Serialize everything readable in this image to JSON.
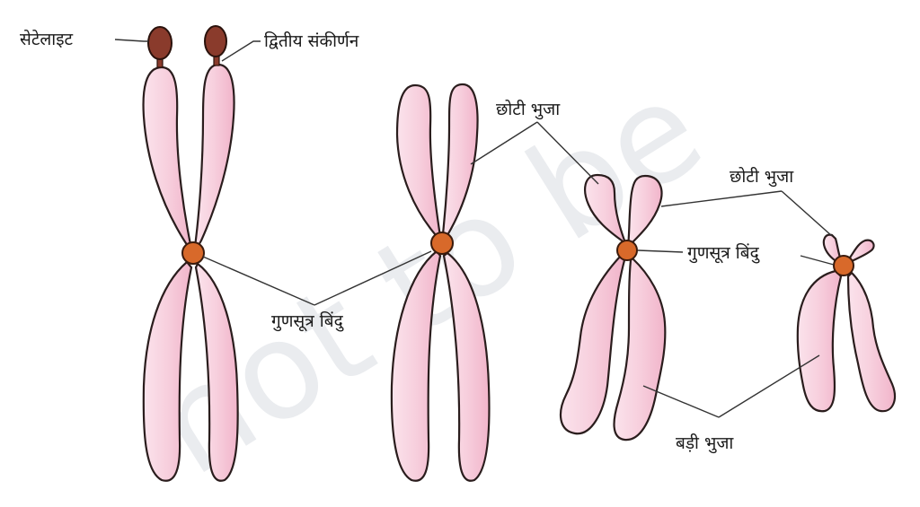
{
  "labels": {
    "satellite": "सेटेलाइट",
    "secondary_constriction": "द्वितीय संकीर्णन",
    "short_arm_1": "छोटी भुजा",
    "short_arm_2": "छोटी भुजा",
    "centromere_1": "गुणसूत्र बिंदु",
    "centromere_2": "गुणसूत्र बिंदु",
    "long_arm": "बड़ी भुजा"
  },
  "watermark": "not to be",
  "colors": {
    "arm_fill": "#f5c3d6",
    "arm_fill_light": "#fbe3ec",
    "centromere": "#d8692a",
    "satellite": "#8a3b2c"
  }
}
